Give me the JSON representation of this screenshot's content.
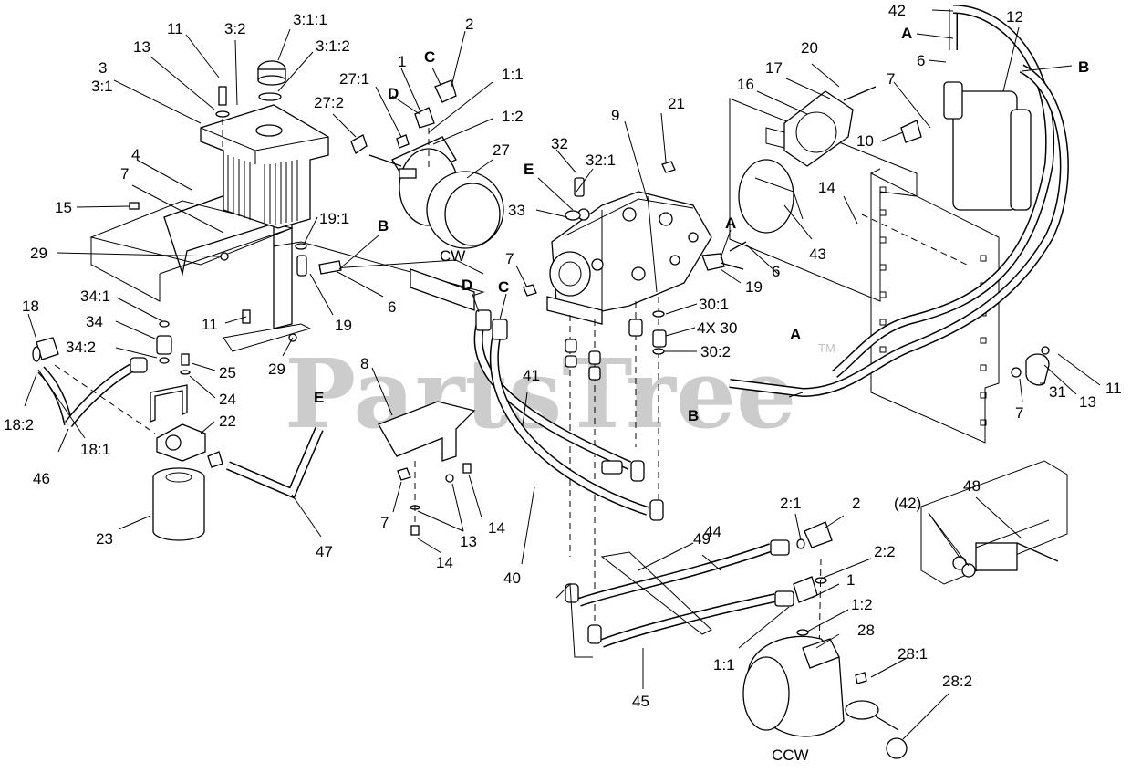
{
  "watermark": {
    "text": "PartsTree",
    "trademark": "TM"
  },
  "callouts": {
    "n42_top": "42",
    "A_top_right": "A",
    "n12": "12",
    "B_top_right": "B",
    "n6_top_right": "6",
    "n7_top_right": "7",
    "n10": "10",
    "n20": "20",
    "n17": "17",
    "n16": "16",
    "n21": "21",
    "n9": "9",
    "n43": "43",
    "n14_right": "14",
    "n2_top": "2",
    "C_top": "C",
    "n1_top": "1",
    "n1_1_top": "1:1",
    "n1_2_top": "1:2",
    "D_top": "D",
    "n27_1": "27:1",
    "n27_2": "27:2",
    "n27": "27",
    "cw": "CW",
    "n11_top": "11",
    "n3_2": "3:2",
    "n3_1_1": "3:1:1",
    "n3_1_2": "3:1:2",
    "n13_top": "13",
    "n3": "3",
    "n3_1": "3:1",
    "n4": "4",
    "n7_left": "7",
    "n15": "15",
    "n29_left": "29",
    "n19_1": "19:1",
    "B_mid": "B",
    "n6_mid": "6",
    "n19_mid": "19",
    "n11_mid": "11",
    "n29_mid": "29",
    "n32": "32",
    "n32_1": "32:1",
    "E_mid": "E",
    "n33": "33",
    "n7_mid": "7",
    "A_mid": "A",
    "n19_right": "19",
    "n6_right": "6",
    "D_mid": "D",
    "C_mid": "C",
    "n30_1": "30:1",
    "n4x30": "4X 30",
    "n30_2": "30:2",
    "n18": "18",
    "n34_1": "34:1",
    "n34": "34",
    "n34_2": "34:2",
    "n18_2": "18:2",
    "n18_1": "18:1",
    "n46": "46",
    "n25": "25",
    "n24": "24",
    "n22": "22",
    "n23": "23",
    "E_lower": "E",
    "n47": "47",
    "n8": "8",
    "n41": "41",
    "n40": "40",
    "n7_lower": "7",
    "n13_lower": "13",
    "n14_lower_a": "14",
    "n14_lower_b": "14",
    "A_right": "A",
    "B_right": "B",
    "n11_right": "11",
    "n13_right": "13",
    "n31": "31",
    "n7_right": "7",
    "n48": "48",
    "n42_paren": "(42)",
    "n2_1": "2:1",
    "n2_bottom": "2",
    "n2_2": "2:2",
    "n49": "49",
    "n44": "44",
    "n1_bottom": "1",
    "n1_2_bottom": "1:2",
    "n1_1_bottom": "1:1",
    "n45": "45",
    "n28": "28",
    "n28_1": "28:1",
    "n28_2": "28:2",
    "ccw": "CCW"
  }
}
